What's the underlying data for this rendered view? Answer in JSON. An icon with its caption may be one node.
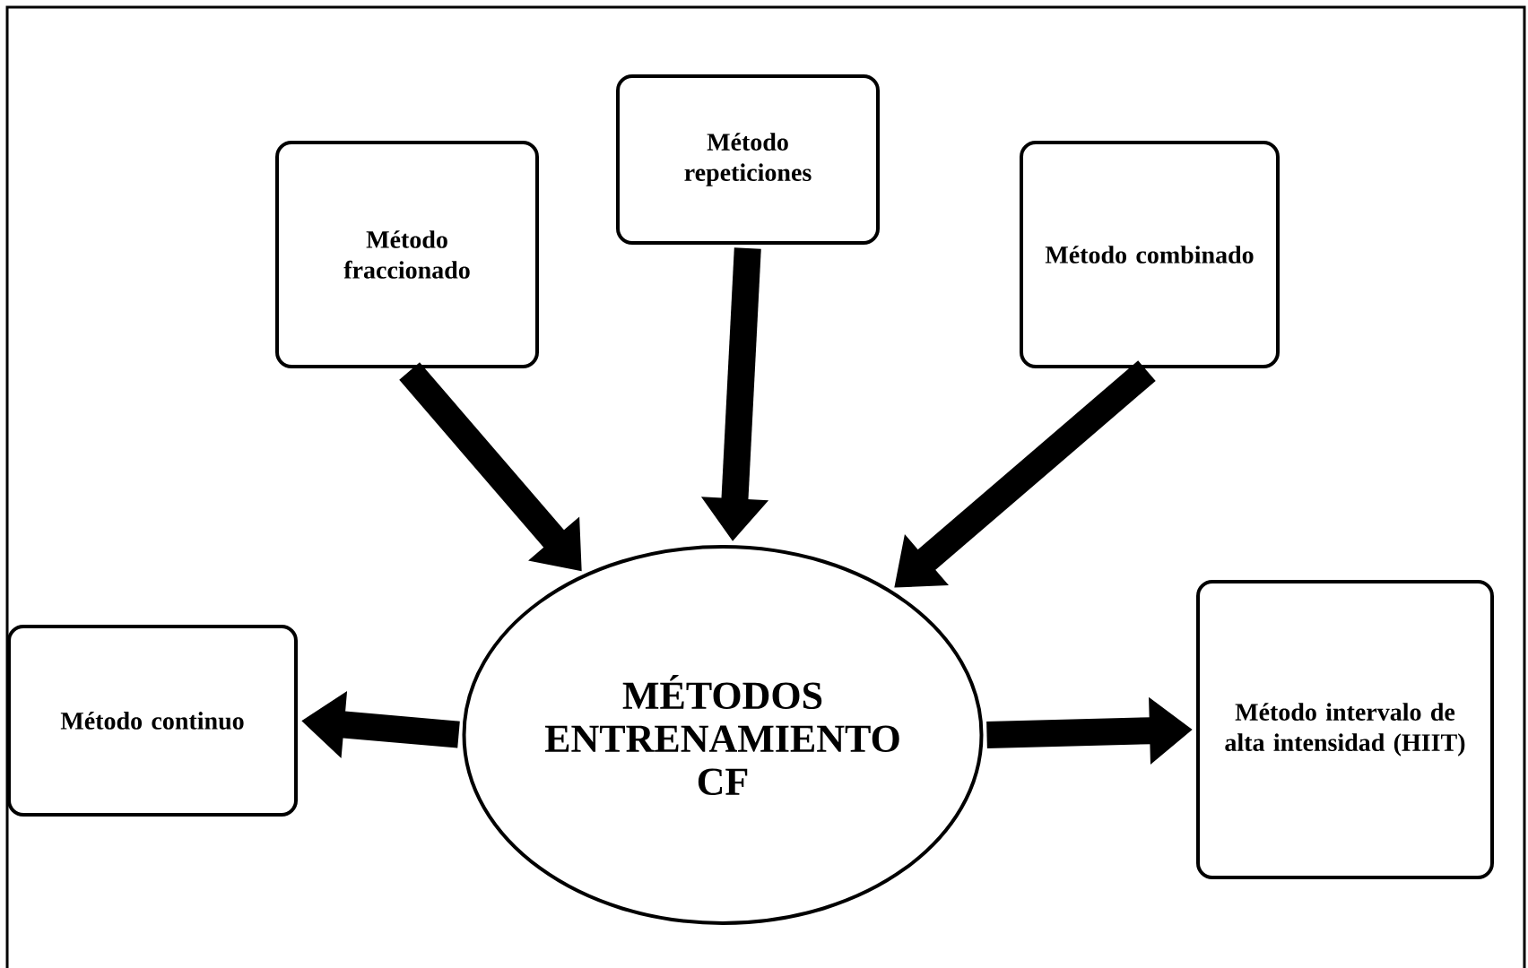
{
  "diagram": {
    "nodes": [
      {
        "text": [
          "MÉTODOS ENTRENAMIENTO CF"
        ]
      },
      {
        "text": [
          "Método fraccionado"
        ]
      },
      {
        "text": [
          "Método repeticiones"
        ]
      },
      {
        "text": [
          "Método combinado"
        ]
      },
      {
        "text": [
          "Método continuo"
        ]
      },
      {
        "text": [
          "Método intervalo de alta intensidad (HIIT)"
        ]
      }
    ],
    "edges": [
      {
        "from": 1,
        "to": 0,
        "arrow": "to"
      },
      {
        "from": 2,
        "to": 0,
        "arrow": "to"
      },
      {
        "from": 3,
        "to": 0,
        "arrow": "to"
      },
      {
        "from": 0,
        "to": 4,
        "arrow": "to"
      },
      {
        "from": 0,
        "to": 5,
        "arrow": "to"
      }
    ]
  }
}
